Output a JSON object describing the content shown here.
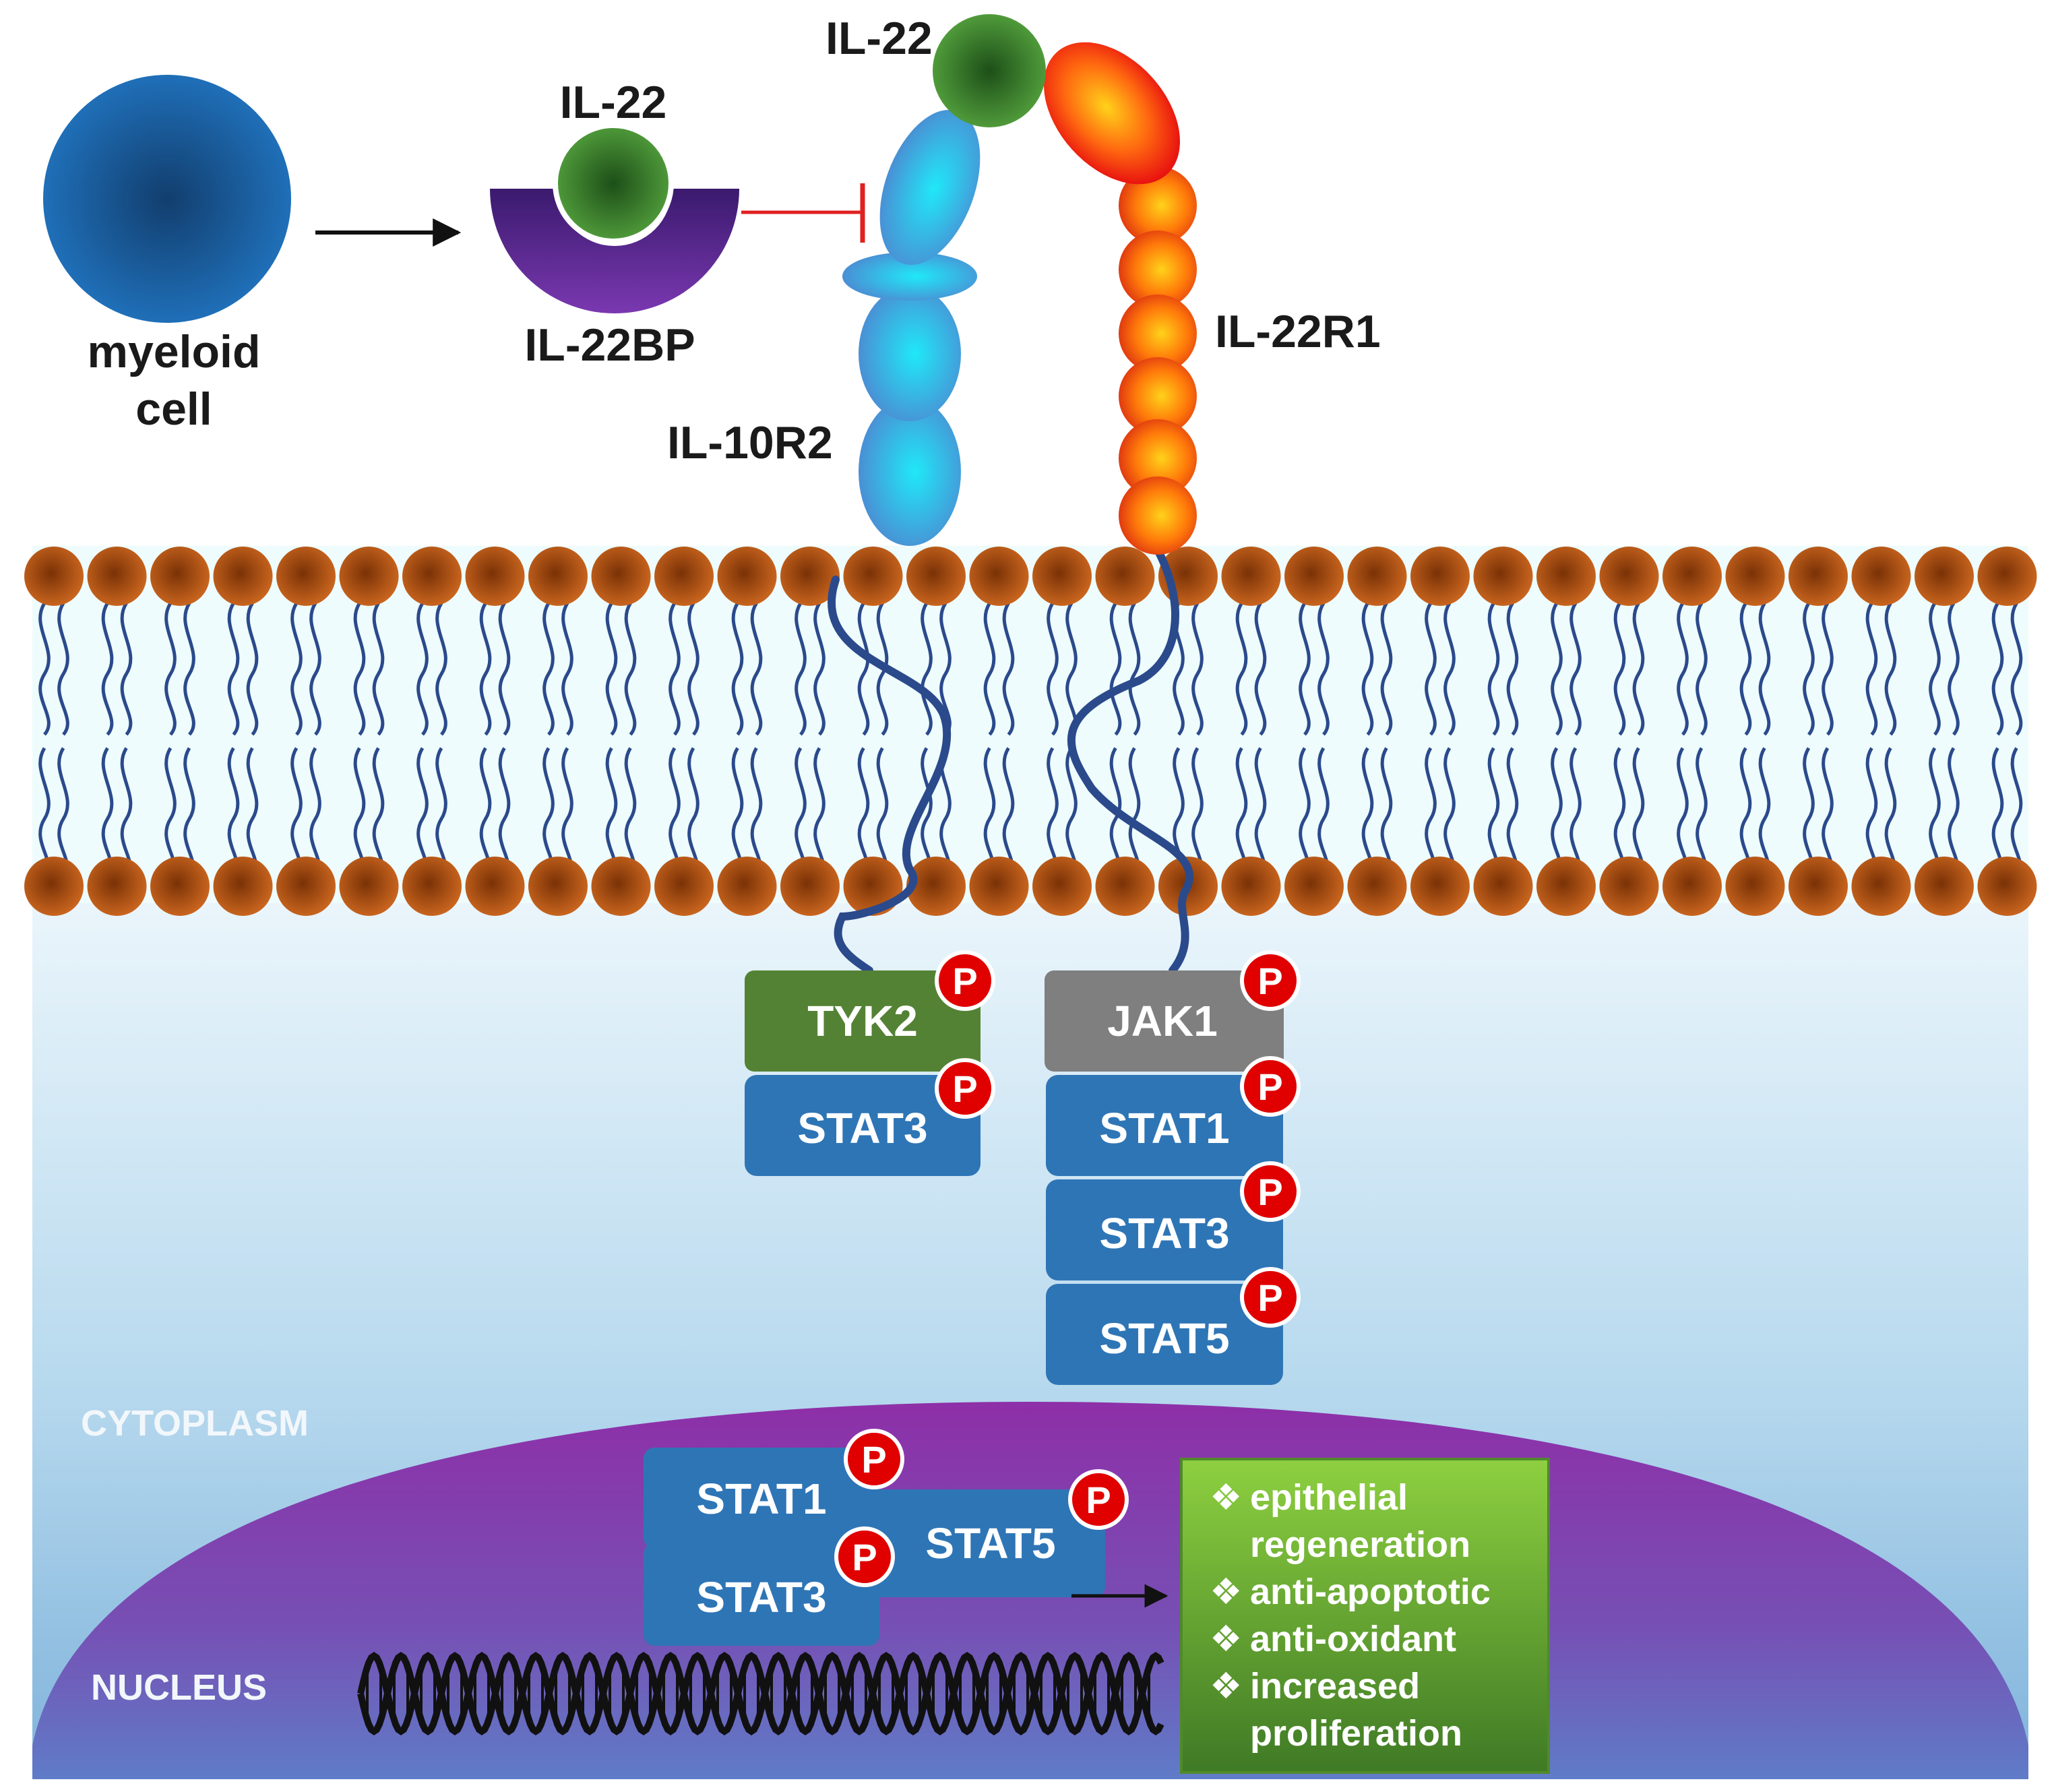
{
  "labels": {
    "myeloid_cell": [
      "myeloid",
      "cell"
    ],
    "il22_bound": "IL-22",
    "il22bp": "IL-22BP",
    "il22_free": "IL-22",
    "il22r1": "IL-22R1",
    "il10r2": "IL-10R2",
    "cytoplasm": "CYTOPLASM",
    "nucleus": "NUCLEUS"
  },
  "kinases": {
    "tyk2": "TYK2",
    "jak1": "JAK1"
  },
  "stats": {
    "left_stack": [
      "STAT3"
    ],
    "right_stack": [
      "STAT1",
      "STAT3",
      "STAT5"
    ],
    "nuclear": {
      "stat1": "STAT1",
      "stat3": "STAT3",
      "stat5": "STAT5"
    }
  },
  "phospho_label": "P",
  "outcomes": [
    [
      "epithelial",
      "regeneration"
    ],
    [
      "anti-apoptotic"
    ],
    [
      "anti-oxidant"
    ],
    [
      "increased",
      "proliferation"
    ]
  ],
  "bullet_symbol": "❖",
  "colors": {
    "myeloid": "#1f6fb8",
    "il22": "#3f8a2e",
    "il22bp": "#6a2ea0",
    "il10r2": "#2ab8e6",
    "il22r1": "#ff7a1a",
    "lipid_head": "#b55a1a",
    "tail": "#2b4a8c",
    "tyk2": "#548235",
    "jak1": "#808080",
    "stat": "#2e75b6",
    "phospho": "#e00000",
    "nucleus": "#7b3fae",
    "outcome_box": "#70ad47",
    "inhibit": "#e02020"
  }
}
